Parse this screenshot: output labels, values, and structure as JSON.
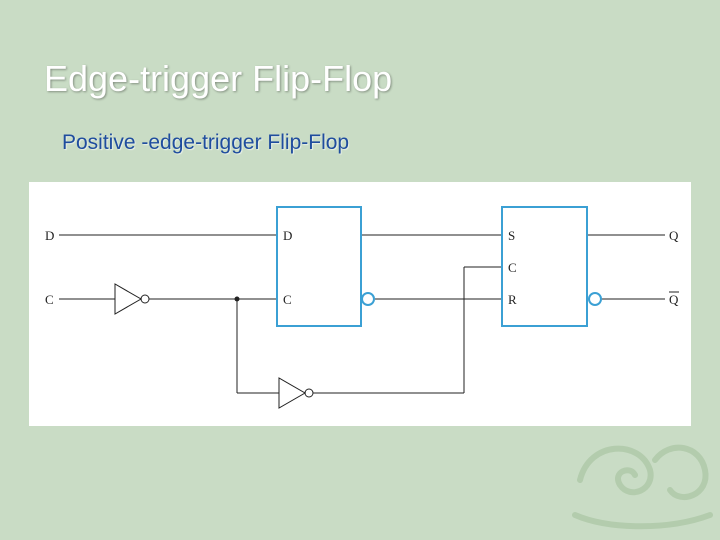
{
  "slide": {
    "title": "Edge-trigger Flip-Flop",
    "subtitle": "Positive -edge-trigger Flip-Flop"
  },
  "diagram": {
    "inputs": {
      "d": "D",
      "c": "C"
    },
    "latch1": {
      "d": "D",
      "c": "C"
    },
    "latch2": {
      "s": "S",
      "c": "C",
      "r": "R"
    },
    "outputs": {
      "q": "Q",
      "q_bar": "Q"
    },
    "colors": {
      "wire": "#222222",
      "latch_border": "#3ba0d4",
      "title": "#ffffff",
      "subtitle": "#1f4d9e"
    }
  }
}
